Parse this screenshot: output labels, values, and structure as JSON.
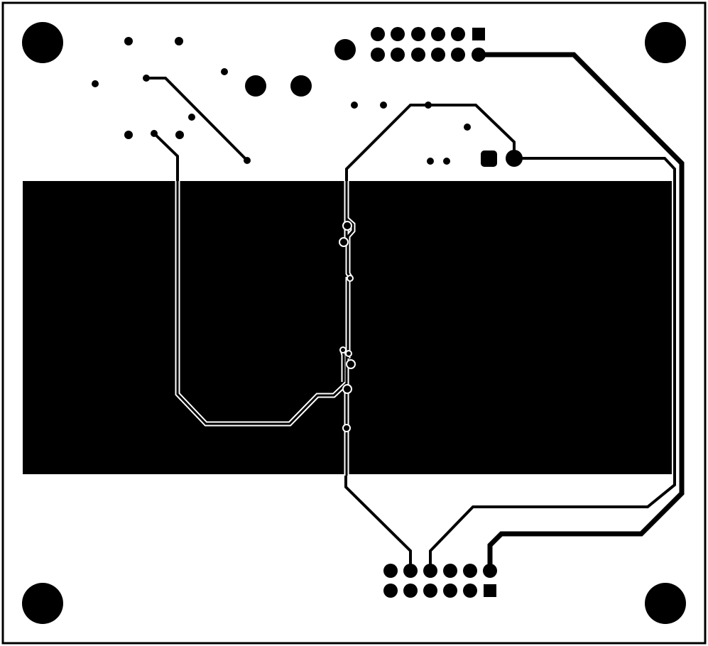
{
  "colors": {
    "copper": "#000000",
    "board": "#ffffff"
  },
  "board": {
    "layer": "copper",
    "elements": [
      "mounting-holes",
      "header-top",
      "header-bottom",
      "vias",
      "pads",
      "ground-pour",
      "traces"
    ]
  }
}
